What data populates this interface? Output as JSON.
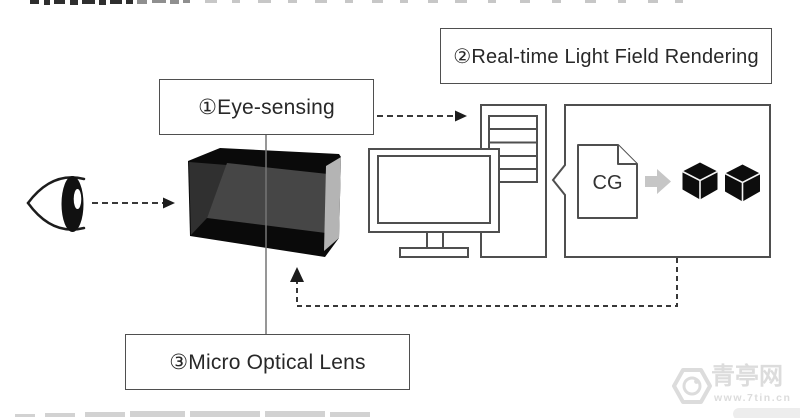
{
  "diagram": {
    "boxes": [
      {
        "id": "eye-sensing",
        "label": "①Eye-sensing"
      },
      {
        "id": "light-field",
        "label": "②Real-time Light Field Rendering"
      },
      {
        "id": "micro-lens",
        "label": "③Micro Optical Lens"
      }
    ],
    "cg_document": {
      "label": "CG"
    },
    "flow": [
      "eye → micro optical lens (dashed arrow)",
      "eye-sensing → computer tower (dashed arrow)",
      "rendering box → micro optical lens (dashed feedback arrow)"
    ],
    "icons": {
      "eye": "eye-icon",
      "micro_optical_lens_block": "lens-block-3d-icon",
      "monitor": "desktop-monitor-icon",
      "computer": "computer-tower-icon",
      "cg_file": "cg-file-icon",
      "transform_arrow": "gray-right-arrow-icon",
      "voxel_cubes": "cube-3d-icon",
      "watermark_logo": "hexagon-lens-logo-icon"
    }
  },
  "watermark": {
    "site_name": "青亭网",
    "site_url": "www.7tin.cn"
  },
  "appearance": {
    "background": "#ffffff",
    "outline_color": "#4f4f4f",
    "text_color": "#282828",
    "dashed_line_color": "#383838",
    "prism_top_color": "#0a0a0a",
    "prism_front_color": "#464646",
    "prism_side_color": "#b4b4b4",
    "cube_color": "#0d0d0d",
    "transform_arrow_color": "#c6c6c6",
    "watermark_color": "#dcdcdc"
  }
}
